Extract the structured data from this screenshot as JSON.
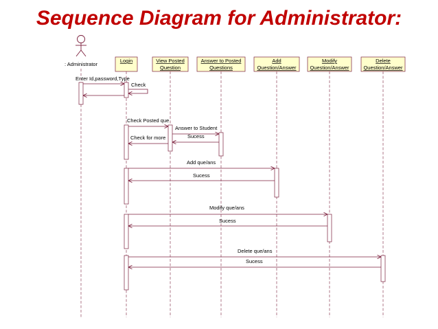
{
  "title": "Sequence Diagram for Administrator:",
  "colors": {
    "title": "#c00000",
    "line": "#7b1f3c",
    "box_fill": "#ffffcc"
  },
  "actor": {
    "label": ": Administrator"
  },
  "lifelines": [
    {
      "id": "login",
      "lines": [
        "Login"
      ]
    },
    {
      "id": "view",
      "lines": [
        "View Posted",
        "Question"
      ]
    },
    {
      "id": "answer",
      "lines": [
        "Answer to Posted",
        "Questions"
      ]
    },
    {
      "id": "add",
      "lines": [
        "Add",
        "Question/Answer"
      ]
    },
    {
      "id": "modify",
      "lines": [
        "Modify",
        "Question/Answer"
      ]
    },
    {
      "id": "delete",
      "lines": [
        "Delete",
        "Question/Answer"
      ]
    }
  ],
  "messages": [
    {
      "id": "m1",
      "label": "Enter Id,password,Type"
    },
    {
      "id": "m2",
      "label": "Check"
    },
    {
      "id": "m3",
      "label": ""
    },
    {
      "id": "m4",
      "label": "Check Posted que"
    },
    {
      "id": "m5",
      "label": "Answer to Student"
    },
    {
      "id": "m6",
      "label": "Sucess"
    },
    {
      "id": "m7",
      "label": "Check for more"
    },
    {
      "id": "m8",
      "label": "Add que/ans"
    },
    {
      "id": "m9",
      "label": "Sucess"
    },
    {
      "id": "m10",
      "label": "Modify que/ans"
    },
    {
      "id": "m11",
      "label": "Sucess"
    },
    {
      "id": "m12",
      "label": "Delete que/ans"
    },
    {
      "id": "m13",
      "label": "Sucess"
    }
  ]
}
